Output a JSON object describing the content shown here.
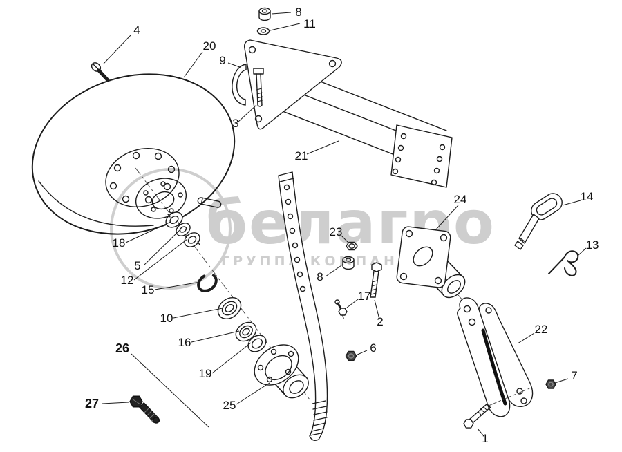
{
  "diagram": {
    "watermark": {
      "brand": "белагро",
      "subtitle": "ГРУППА КОМПАНИЙ",
      "color": "#c9c9c9"
    },
    "line_color": "#1c1c1c",
    "background": "#ffffff"
  },
  "callouts": [
    {
      "id": "nut-top",
      "text": "8"
    },
    {
      "id": "washer-top",
      "text": "11"
    },
    {
      "id": "flat-screw",
      "text": "4"
    },
    {
      "id": "disc",
      "text": "20"
    },
    {
      "id": "clamp-bracket",
      "text": "9"
    },
    {
      "id": "vertical-bolt",
      "text": "3"
    },
    {
      "id": "square-beam",
      "text": "21"
    },
    {
      "id": "flange-plate",
      "text": "24"
    },
    {
      "id": "key-pin",
      "text": "14"
    },
    {
      "id": "r-clip",
      "text": "13"
    },
    {
      "id": "lock-nut",
      "text": "23"
    },
    {
      "id": "nut-mid",
      "text": "8"
    },
    {
      "id": "mid-bolt",
      "text": "2"
    },
    {
      "id": "grease-fitting",
      "text": "17"
    },
    {
      "id": "small-nut",
      "text": "6"
    },
    {
      "id": "scraper-arm",
      "text": "22"
    },
    {
      "id": "dark-nut",
      "text": "7"
    },
    {
      "id": "lower-bolt",
      "text": "1"
    },
    {
      "id": "slotted-nut",
      "text": "18"
    },
    {
      "id": "tab-washer",
      "text": "5"
    },
    {
      "id": "hub-nut",
      "text": "12"
    },
    {
      "id": "snap-ring",
      "text": "15"
    },
    {
      "id": "bearing-outer",
      "text": "10"
    },
    {
      "id": "bearing-inner",
      "text": "16"
    },
    {
      "id": "seal-ring",
      "text": "19"
    },
    {
      "id": "hub",
      "text": "25"
    },
    {
      "id": "assembly",
      "text": "26"
    },
    {
      "id": "plug-screw",
      "text": "27"
    }
  ]
}
